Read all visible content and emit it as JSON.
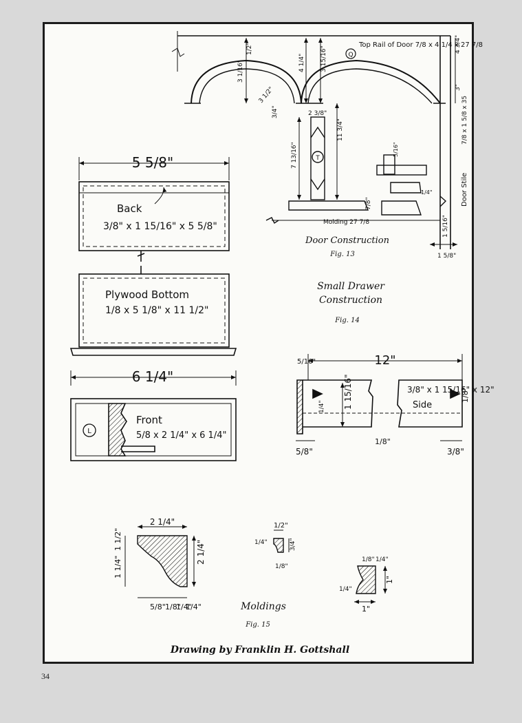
{
  "page_number": "34",
  "credit": "Drawing by Franklin H. Gottshall",
  "figures": {
    "door": {
      "caption": "Door Construction",
      "fig": "Fig. 13",
      "notes": {
        "top_rail": "Top Rail of Door 7/8 x 4 1/4 x 27 7/8",
        "molding": "Molding 27 7/8",
        "door_stile": "Door Stile",
        "stile_size": "7/8 x 1 5/8 x 35"
      },
      "dims": {
        "d1": "1/2\"",
        "d2": "3 1/16\"",
        "d3": "4 1/4\"",
        "d4": "3 15/16\"",
        "d5": "3 1/2\"",
        "d6": "3/4\"",
        "d7": "2 3/8\"",
        "d8": "11 3/4\"",
        "d9": "7 13/16\"",
        "d10": "3\"",
        "d11": "4 3/4\"",
        "d12": "1 5/16\"",
        "d13": "1 5/8\"",
        "d14": "7/8\"",
        "d15": "5/16\"",
        "d16": "1/4\""
      },
      "markers": {
        "q": "Q",
        "t": "T"
      }
    },
    "drawer": {
      "caption_line1": "Small Drawer",
      "caption_line2": "Construction",
      "fig": "Fig. 14",
      "back_label": "Back",
      "back_size": "3/8\" x 1 15/16\" x 5 5/8\"",
      "bottom_label": "Plywood Bottom",
      "bottom_size": "1/8 x 5 1/8\" x 11 1/2\"",
      "front_label": "Front",
      "front_size": "5/8 x 2 1/4\" x 6 1/4\"",
      "side_size": "3/8\" x 1 15/16\" x 12\"",
      "side_label": "Side",
      "width_back": "5 5/8\"",
      "width_front": "6 1/4\"",
      "length_side": "12\"",
      "dims": {
        "a": "5/16\"",
        "b": "1 15/16\"",
        "c": "1/8\"",
        "d": "5/8\"",
        "e": "3/8\"",
        "f": "1/8\"",
        "g": "1/4\""
      },
      "marker": "L"
    },
    "moldings": {
      "caption": "Moldings",
      "fig": "Fig. 15",
      "dims": {
        "m1": "2 1/4\"",
        "m2": "1 1/2\"",
        "m3": "1 1/4\"",
        "m4": "2 1/4\"",
        "m5": "5/8\"",
        "m6": "1/8\"",
        "m7": "1/4\"",
        "m8": "1/4\"",
        "m9": "1/2\"",
        "m10": "1/4\"",
        "m11": "3/4\"",
        "m12": "1/8\"",
        "m13": "1/8\"",
        "m14": "1/4\"",
        "m15": "1/4\"",
        "m16": "1\"",
        "m17": "1\""
      }
    }
  }
}
